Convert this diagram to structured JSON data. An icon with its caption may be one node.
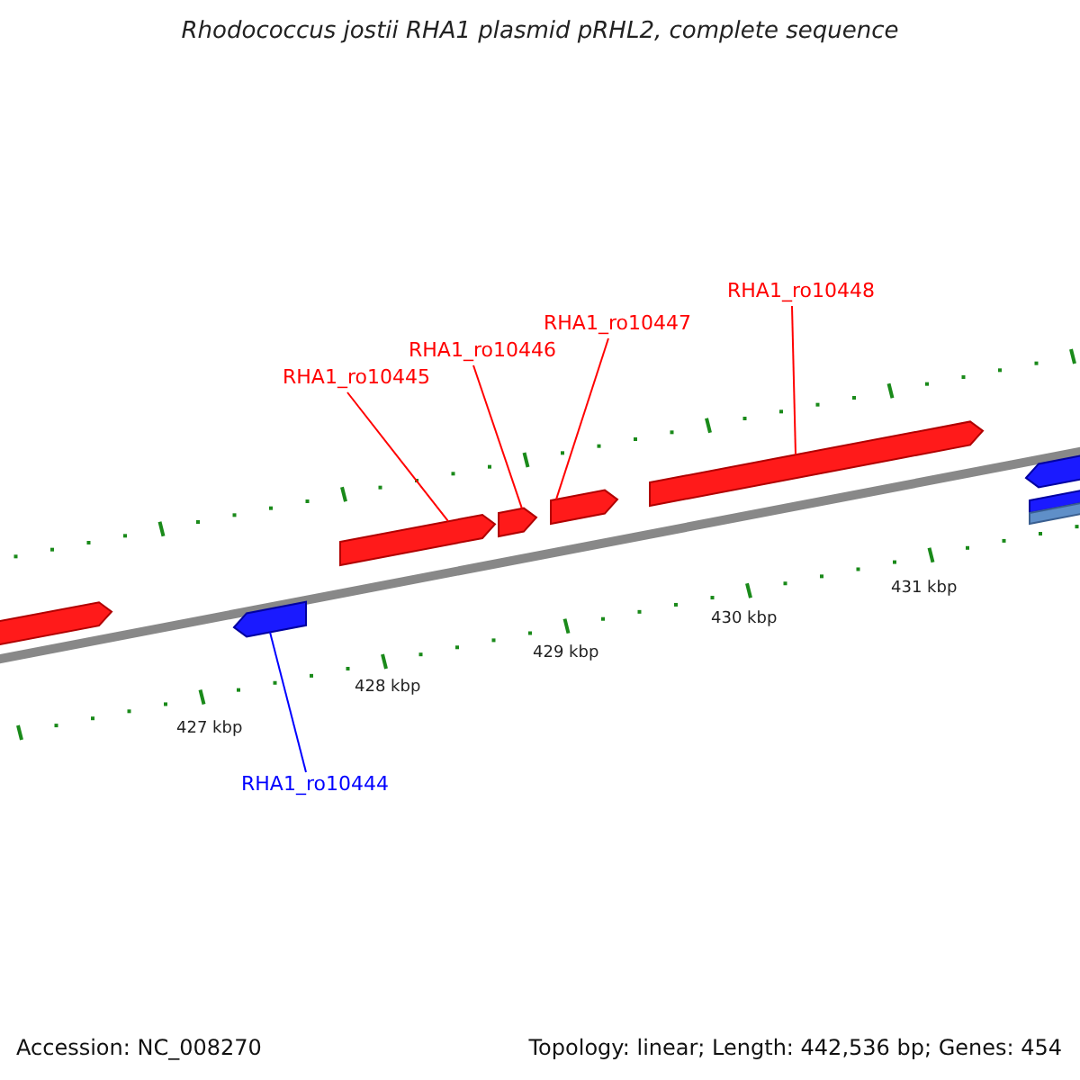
{
  "diagram": {
    "title": "Rhodococcus jostii RHA1 plasmid pRHL2, complete sequence",
    "nodes": [
      {
        "text": [
          "RHA1_ro10448"
        ]
      },
      {
        "text": [
          "RHA1_ro10447"
        ]
      },
      {
        "text": [
          "RHA1_ro10446"
        ]
      },
      {
        "text": [
          "RHA1_ro10445"
        ]
      },
      {
        "text": [],
        "shape": "arrow"
      },
      {
        "text": [],
        "shape": "arrow"
      },
      {
        "text": [],
        "shape": "arrow"
      },
      {
        "text": [],
        "shape": "arrow"
      },
      {
        "text": [],
        "shape": "arrow"
      },
      {
        "text": [],
        "shape": "arrow"
      },
      {
        "text": [],
        "shape": "arrow"
      },
      {
        "text": [],
        "shape": "bar"
      },
      {
        "text": [],
        "shape": "bar"
      },
      {
        "text": [
          "RHA1_ro10444"
        ]
      }
    ],
    "edges": [
      {
        "from": 0,
        "to": 9,
        "arrow": "none"
      },
      {
        "from": 1,
        "to": 8,
        "arrow": "none"
      },
      {
        "from": 2,
        "to": 7,
        "arrow": "none"
      },
      {
        "from": 3,
        "to": 6,
        "arrow": "none"
      },
      {
        "from": 13,
        "to": 5,
        "arrow": "none",
        "color": "#0000ff"
      }
    ],
    "labels": [
      "431 kbp",
      "430 kbp",
      "429 kbp",
      "428 kbp",
      "427 kbp",
      "Accession: NC_008270",
      "Topology: linear; Length: 442,536 bp; Genes: 454"
    ]
  }
}
